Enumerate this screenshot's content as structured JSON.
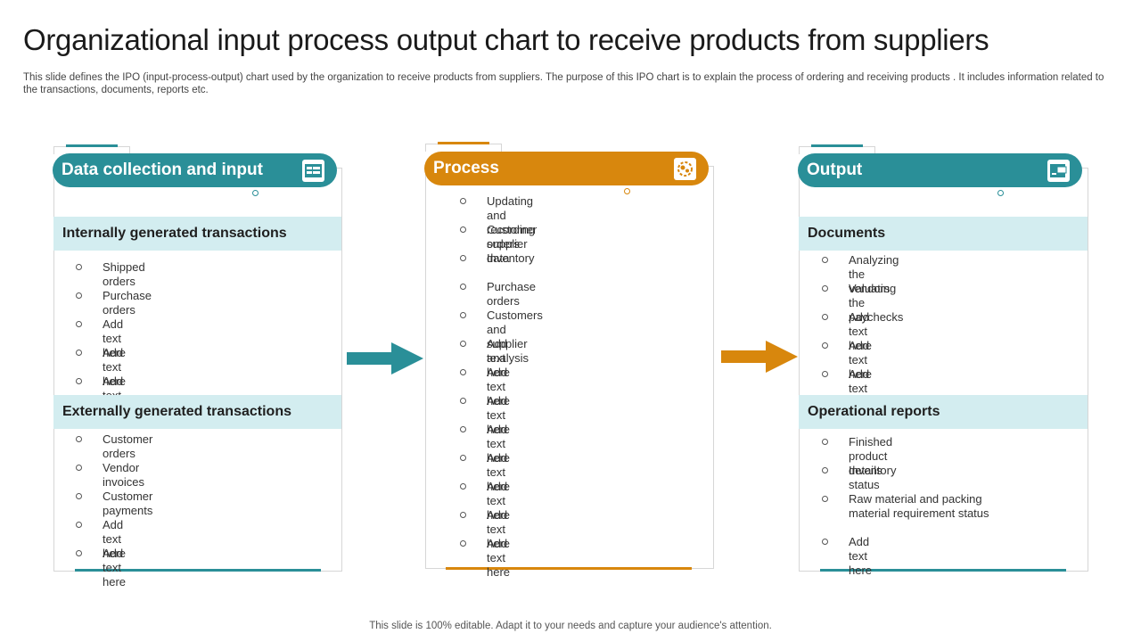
{
  "title": "Organizational input process output chart to receive products from suppliers",
  "subtitle": "This slide defines the IPO (input-process-output) chart used by the organization to receive products from suppliers. The purpose of this IPO chart is to explain the process of ordering and receiving products . It includes information related to the transactions, documents, reports etc.",
  "footer": "This slide is 100% editable. Adapt it to your needs and capture your audience's attention.",
  "colors": {
    "teal": "#2a8f98",
    "orange": "#d8870d",
    "section_bg": "#d3edf0"
  },
  "input": {
    "header": "Data collection and input",
    "icon": "database-icon",
    "sections": [
      {
        "title": "Internally generated transactions",
        "items": [
          "Shipped orders",
          "Purchase orders",
          "Add text here",
          "Add text here",
          "Add text here"
        ]
      },
      {
        "title": "Externally generated transactions",
        "items": [
          "Customer orders",
          "Vendor invoices",
          "Customer payments",
          "Add text here",
          "Add text here"
        ]
      }
    ]
  },
  "process": {
    "header": "Process",
    "icon": "gears-icon",
    "items": [
      "Updating and recording supplier data",
      "Customer orders",
      "Inventory",
      "Purchase orders",
      "Customers and supplier analysis",
      "Add text here",
      "Add text here",
      "Add text here",
      "Add text here",
      "Add text here",
      "Add text here",
      "Add text here",
      "Add text here"
    ]
  },
  "output": {
    "header": "Output",
    "icon": "report-icon",
    "sections": [
      {
        "title": "Documents",
        "items": [
          "Analyzing the vendors",
          "Valuating the paychecks",
          "Add text here",
          "Add text here",
          "Add text here"
        ]
      },
      {
        "title": "Operational reports",
        "items": [
          "Finished product details",
          "Inventory  status",
          "Raw material and packing material requirement  status",
          "Add text here"
        ]
      }
    ]
  }
}
